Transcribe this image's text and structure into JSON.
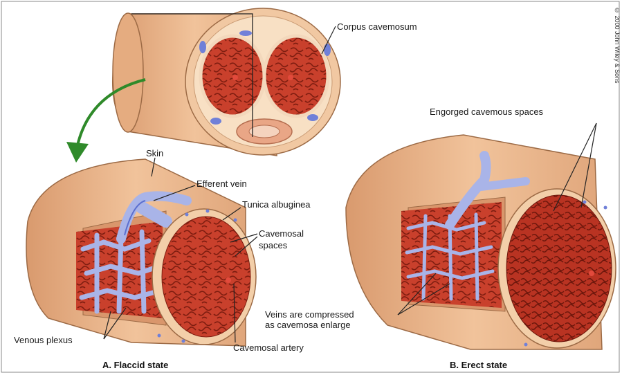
{
  "labels": {
    "corpus_cavernosum": "Corpus cavemosum",
    "skin": "Skin",
    "efferent_vein": "Efferent vein",
    "tunica_albuginea": "Tunica albuginea",
    "cavernosal_spaces_1": "Cavemosal",
    "cavernosal_spaces_2": "spaces",
    "venous_plexus": "Venous plexus",
    "cavernosal_artery": "Cavemosal artery",
    "engorged_spaces": "Engorged cavemous spaces",
    "veins_compressed_1": "Veins are compressed",
    "veins_compressed_2": "as cavemosa enlarge"
  },
  "captions": {
    "flaccid": "A. Flaccid state",
    "erect": "B. Erect state"
  },
  "copyright": "© 2000 John Wiley & Sons",
  "colors": {
    "skin_outer": "#e8b287",
    "skin_light": "#f4d7b8",
    "tissue": "#c9402c",
    "tissue_dark": "#8e2416",
    "vein": "#a9b4e8",
    "vein_dark": "#5b6fcf",
    "arrow": "#2f8a2a"
  }
}
